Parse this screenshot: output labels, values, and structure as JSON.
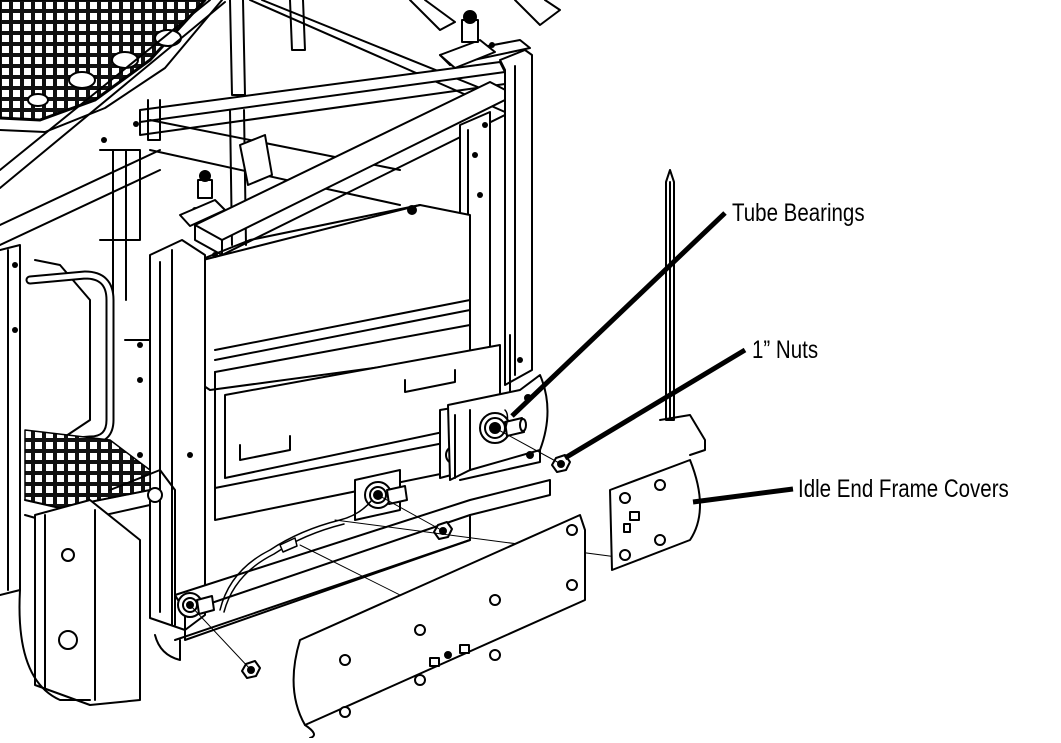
{
  "callouts": {
    "tube_bearings": "Tube Bearings",
    "nuts": "1” Nuts",
    "idle_end_frame_covers": "Idle End Frame Covers"
  },
  "colors": {
    "line": "#000000",
    "background": "#ffffff",
    "hatch": "#1a1a1a"
  }
}
